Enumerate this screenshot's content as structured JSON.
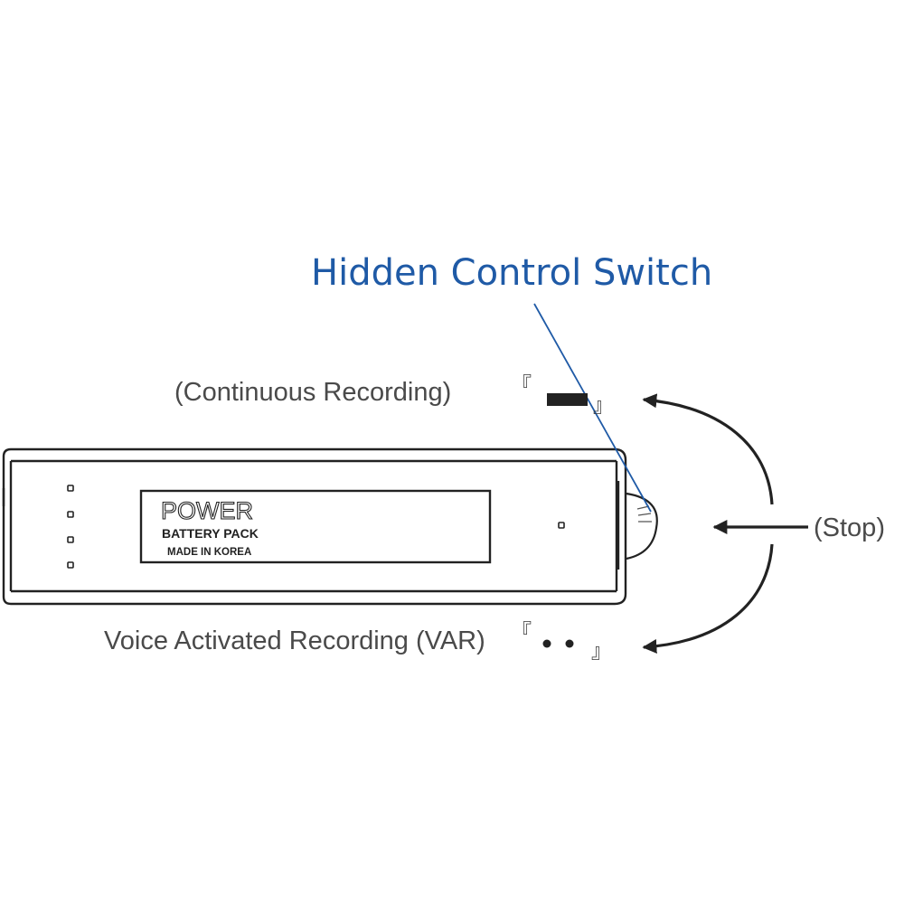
{
  "title": "Hidden Control Switch",
  "device": {
    "brand": "POWER",
    "line1": "BATTERY PACK",
    "line2": "MADE IN KOREA"
  },
  "positions": {
    "continuous": {
      "label": "(Continuous Recording)",
      "bracket_open": "『",
      "bracket_close": "』"
    },
    "stop": {
      "label": "(Stop)"
    },
    "var": {
      "label": "Voice Activated Recording (VAR)",
      "bracket_open": "『",
      "bracket_close": "』"
    }
  },
  "colors": {
    "title": "#1f5aa6",
    "pointer_line": "#1f5aa6",
    "label": "#4a4a4a",
    "outline": "#222222"
  }
}
